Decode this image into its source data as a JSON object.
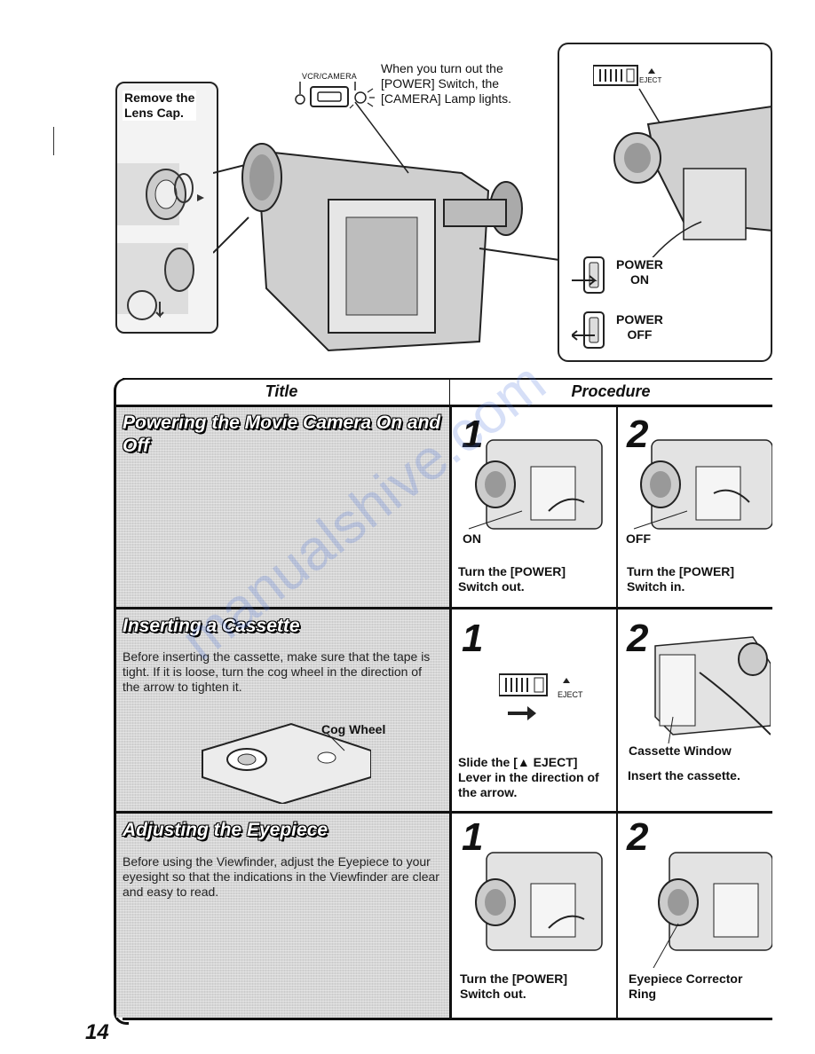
{
  "top": {
    "lens_label": "Remove the\nLens Cap.",
    "vcr_camera_label": "VCR/CAMERA",
    "note": "When you turn out the [POWER] Switch, the [CAMERA] Lamp lights.",
    "eject_label": "EJECT",
    "power_on": "POWER\nON",
    "power_off": "POWER\nOFF"
  },
  "table": {
    "title_header": "Title",
    "procedure_header": "Procedure",
    "sections": [
      {
        "title": "Powering the Movie Camera On and Off",
        "body": "",
        "steps": [
          {
            "num": "1",
            "label": "ON",
            "caption": "Turn the [POWER] Switch out."
          },
          {
            "num": "2",
            "label": "OFF",
            "caption": "Turn the [POWER] Switch in."
          }
        ]
      },
      {
        "title": "Inserting a Cassette",
        "body": "Before inserting the cassette, make sure that the tape is tight. If it is loose, turn the cog wheel in the direction of the arrow to tighten it.",
        "figure_label": "Cog Wheel",
        "steps": [
          {
            "num": "1",
            "label": "EJECT",
            "caption": "Slide the [▲ EJECT] Lever in the direction of the arrow."
          },
          {
            "num": "2",
            "label": "Cassette Window",
            "caption": "Insert the cassette."
          }
        ]
      },
      {
        "title": "Adjusting the Eyepiece",
        "body": "Before using the Viewfinder, adjust the Eyepiece to your eyesight so that the indications in the Viewfinder are clear and easy to read.",
        "steps": [
          {
            "num": "1",
            "label": "",
            "caption": "Turn the [POWER] Switch out."
          },
          {
            "num": "2",
            "label": "",
            "caption": "Eyepiece Corrector Ring"
          }
        ]
      }
    ]
  },
  "page_number": "14",
  "watermark": "manualshive.com"
}
